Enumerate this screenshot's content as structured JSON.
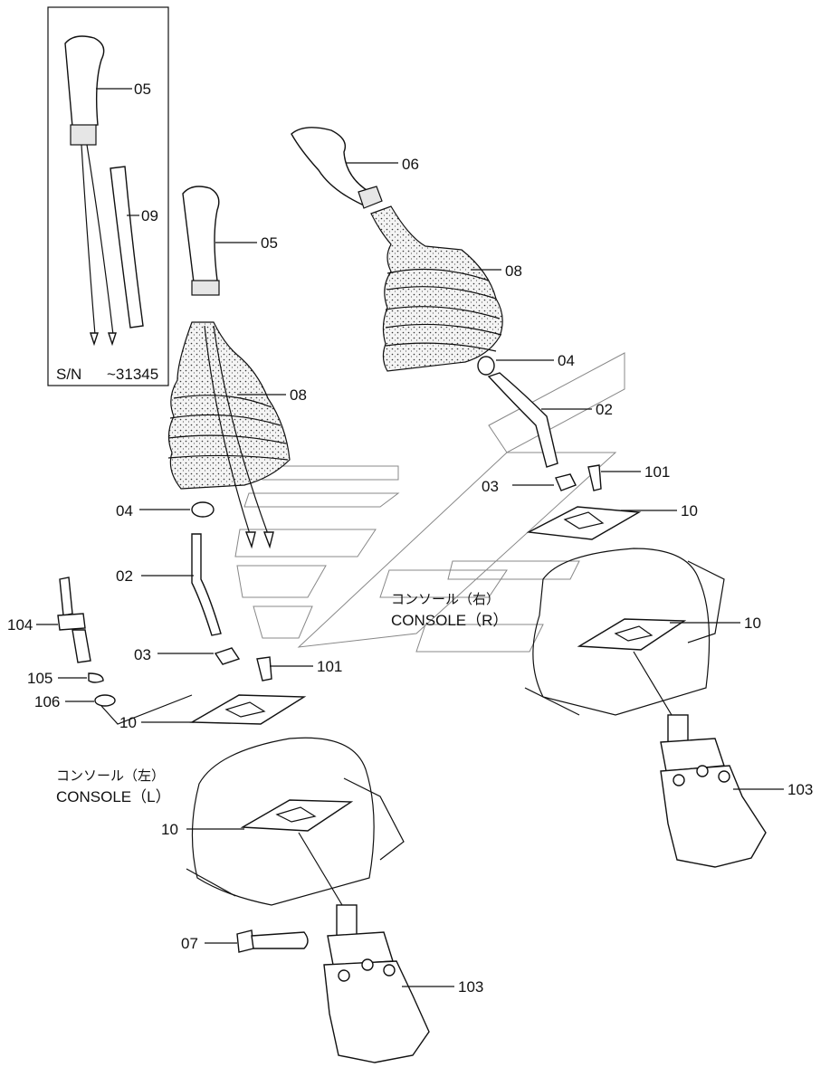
{
  "inset": {
    "serial_prefix": "S/N",
    "serial_range": "~31345"
  },
  "parts": {
    "p01": "05",
    "p02": "09",
    "p03": "05",
    "p04": "06",
    "p05": "08",
    "p06": "08",
    "p07": "04",
    "p08": "02",
    "p09": "04",
    "p10": "02",
    "p11": "03",
    "p12": "101",
    "p13": "10",
    "p14": "03",
    "p15": "101",
    "p16": "10",
    "p17": "104",
    "p18": "105",
    "p19": "106",
    "p20": "10",
    "p21": "10",
    "p22": "103",
    "p23": "07",
    "p24": "103"
  },
  "console_right": {
    "jp": "コンソール（右）",
    "en": "CONSOLE（R）"
  },
  "console_left": {
    "jp": "コンソール（左）",
    "en": "CONSOLE（L）"
  }
}
